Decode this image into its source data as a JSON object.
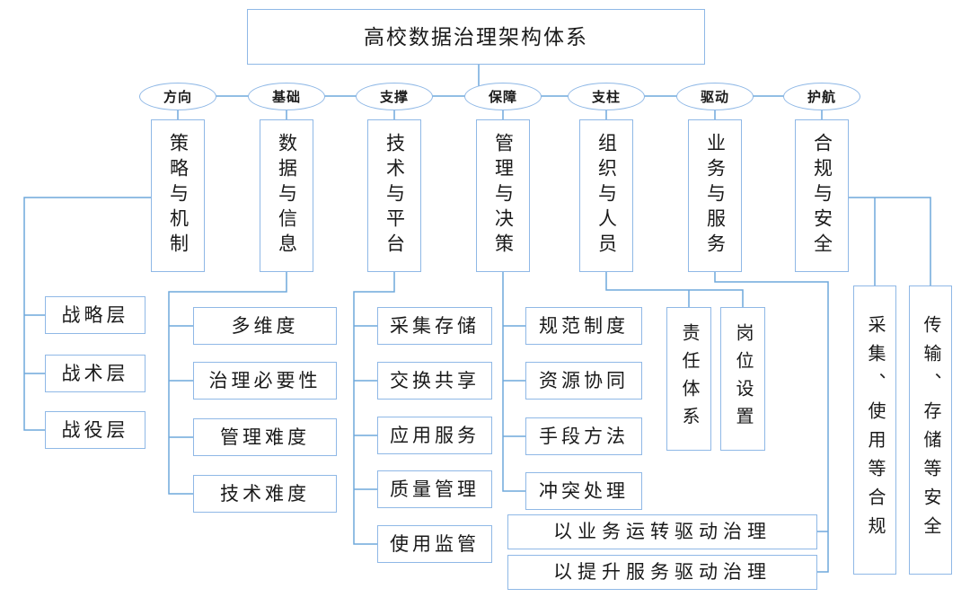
{
  "title": "高校数据治理架构体系",
  "colors": {
    "border": "#8FB8E6",
    "line": "#6FA8DC",
    "text": "#1A1A1A"
  },
  "branches": [
    {
      "tag": "方向",
      "pillar": "策略与机制"
    },
    {
      "tag": "基础",
      "pillar": "数据与信息"
    },
    {
      "tag": "支撑",
      "pillar": "技术与平台"
    },
    {
      "tag": "保障",
      "pillar": "管理与决策"
    },
    {
      "tag": "支柱",
      "pillar": "组织与人员"
    },
    {
      "tag": "驱动",
      "pillar": "业务与服务"
    },
    {
      "tag": "护航",
      "pillar": "合规与安全"
    }
  ],
  "strategy_levels": [
    "战略层",
    "战术层",
    "战役层"
  ],
  "data_aspects": [
    "多维度",
    "治理必要性",
    "管理难度",
    "技术难度"
  ],
  "platform_functions": [
    "采集存储",
    "交换共享",
    "应用服务",
    "质量管理",
    "使用监管"
  ],
  "management_elements": [
    "规范制度",
    "资源协同",
    "手段方法",
    "冲突处理"
  ],
  "organization_elements": [
    "责任体系",
    "岗位设置"
  ],
  "business_drivers": [
    "以业务运转驱动治理",
    "以提升服务驱动治理"
  ],
  "compliance_security": [
    "采集、使用等合规",
    "传输、存储等安全"
  ]
}
